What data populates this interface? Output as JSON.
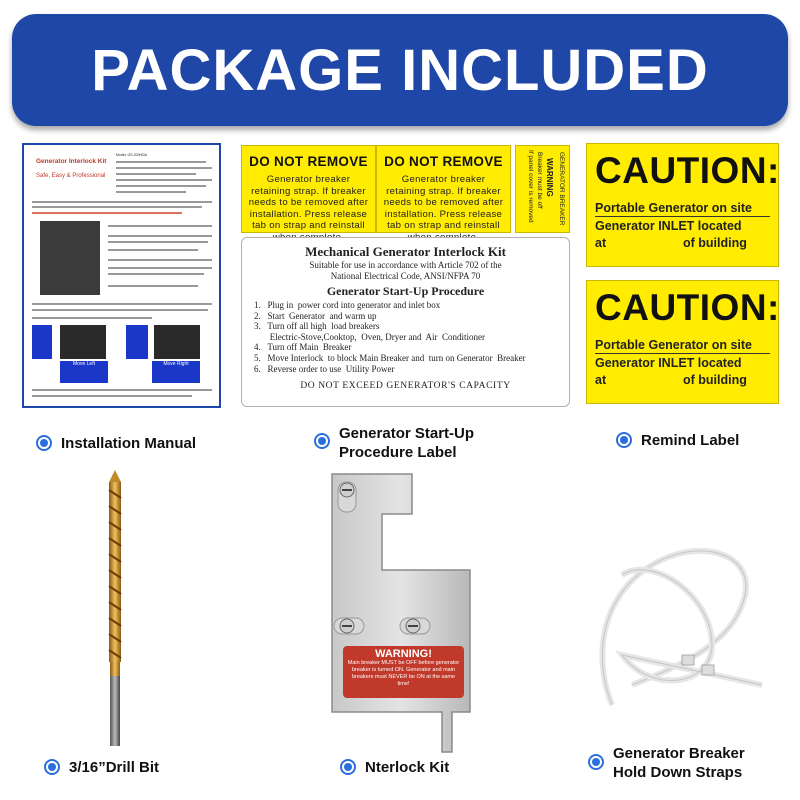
{
  "banner": {
    "title": "PACKAGE INCLUDED"
  },
  "colors": {
    "banner_blue": "#1f47a8",
    "label_yellow": "#ffec00",
    "bullet_blue": "#2a6fdb",
    "warning_red": "#c0392b"
  },
  "manual": {
    "title": "Generator Interlock Kit",
    "subtitle": "Safe, Easy & Professional",
    "model": "Model: GS-200HDA",
    "step_move_left": "Move Left",
    "step_move_right": "Move Right"
  },
  "do_not_remove": [
    {
      "heading": "DO NOT REMOVE",
      "body": "Generator breaker retaining strap. If breaker needs to be removed after installation. Press release tab on strap and reinstall when complete."
    },
    {
      "heading": "DO NOT REMOVE",
      "body": "Generator breaker retaining strap. If breaker needs to be removed after installation. Press release tab on strap and reinstall when complete."
    }
  ],
  "small_warning": {
    "title": "GENERATOR BREAKER",
    "heading": "WARNING",
    "line1": "Breaker must be off",
    "line2": "If panel cover is removed"
  },
  "cautions": [
    {
      "title": "CAUTION:",
      "line1": "Portable Generator on site",
      "line2": "Generator INLET located",
      "line3a": "at",
      "line3b": "of building"
    },
    {
      "title": "CAUTION:",
      "line1": "Portable Generator on site",
      "line2": "Generator INLET located",
      "line3a": "at",
      "line3b": "of building"
    }
  ],
  "procedure": {
    "title": "Mechanical Generator Interlock Kit",
    "subtitle1": "Suitable for use in accordance with Article  702  of the",
    "subtitle2": "National Electrical Code, ANSI/NFPA 70",
    "heading": "Generator Start-Up Procedure",
    "steps": [
      "1.   Plug in  power cord into generator and inlet box",
      "2.   Start  Generator  and warm up",
      "3.   Turn off all high  load breakers",
      "       Electric-Stove,Cooktop,  Oven, Dryer and  Air  Conditioner",
      "4.   Turn off Main  Breaker",
      "5.   Move Interlock  to block Main Breaker and  turn on Generator  Breaker",
      "6.   Reverse order to use  Utility Power"
    ],
    "footer": "DO NOT EXCEED GENERATOR'S CAPACITY"
  },
  "captions": {
    "manual": "Installation Manual",
    "procedure_l1": "Generator Start-Up",
    "procedure_l2": "Procedure Label",
    "remind": "Remind Label",
    "drill": "3/16”Drill Bit",
    "interlock": "Nterlock Kit",
    "straps_l1": "Generator Breaker",
    "straps_l2": "Hold Down Straps"
  },
  "plate_warning": {
    "title": "WARNING!",
    "text": "Main breaker MUST be OFF before generator breaker is turned ON. Generator and main breakers must NEVER be ON at the same time!"
  }
}
